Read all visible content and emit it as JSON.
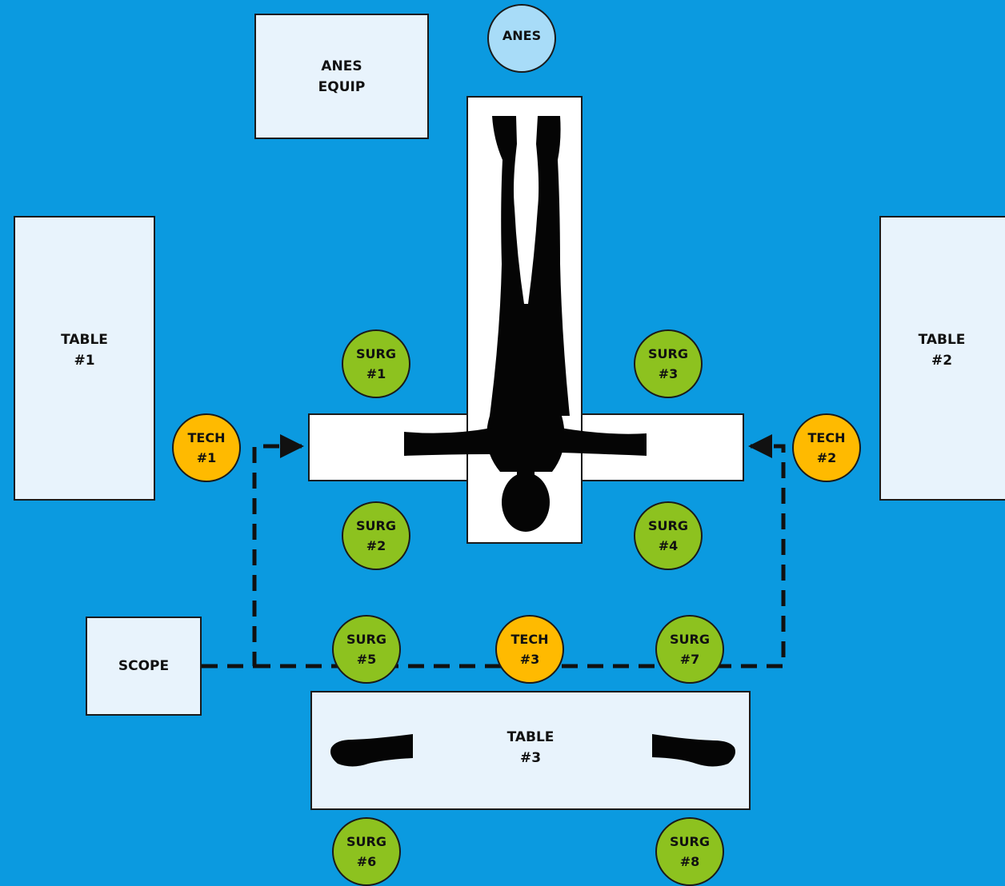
{
  "equipment": {
    "anes_equip": "ANES\nEQUIP",
    "table1": "TABLE\n#1",
    "table2": "TABLE\n#2",
    "table3": "TABLE\n#3",
    "scope": "SCOPE"
  },
  "staff": {
    "anes": "ANES",
    "surg1": "SURG\n#1",
    "surg2": "SURG\n#2",
    "surg3": "SURG\n#3",
    "surg4": "SURG\n#4",
    "surg5": "SURG\n#5",
    "surg6": "SURG\n#6",
    "surg7": "SURG\n#7",
    "surg8": "SURG\n#8",
    "tech1": "TECH\n#1",
    "tech2": "TECH\n#2",
    "tech3": "TECH\n#3"
  },
  "colors": {
    "background": "#0b9ae0",
    "surgeon": "#8dc21f",
    "tech": "#ffba00",
    "anesthesia": "#a8dcf8",
    "equipment": "#e8f3fc"
  }
}
